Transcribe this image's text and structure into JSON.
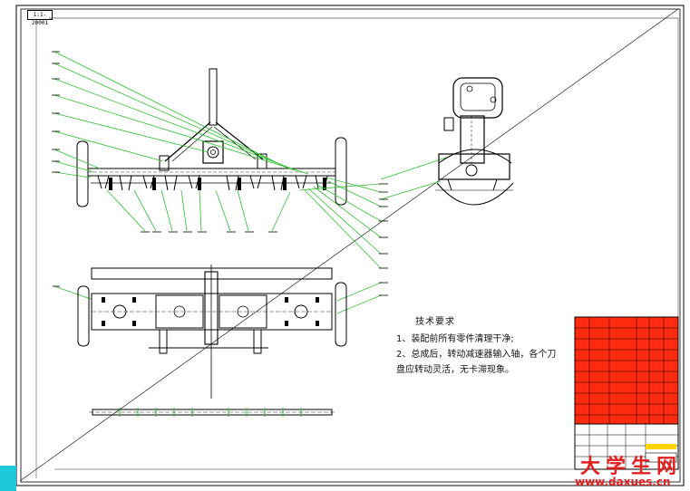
{
  "drawing": {
    "corner_tag": "1:1-20001",
    "tech_requirements": {
      "title": "技术要求",
      "lines": [
        "1、装配前所有零件清理干净;",
        "2、总成后，转动减速器输入轴，各个刀",
        "盘应转动灵活，无卡滞现象。"
      ]
    }
  },
  "watermark": {
    "text": "大学生网",
    "url": "www.daxues.cn",
    "color": "#e32020"
  },
  "colors": {
    "line": "#000000",
    "leader": "#2fbf2f",
    "accent": "#1ec8d8"
  }
}
